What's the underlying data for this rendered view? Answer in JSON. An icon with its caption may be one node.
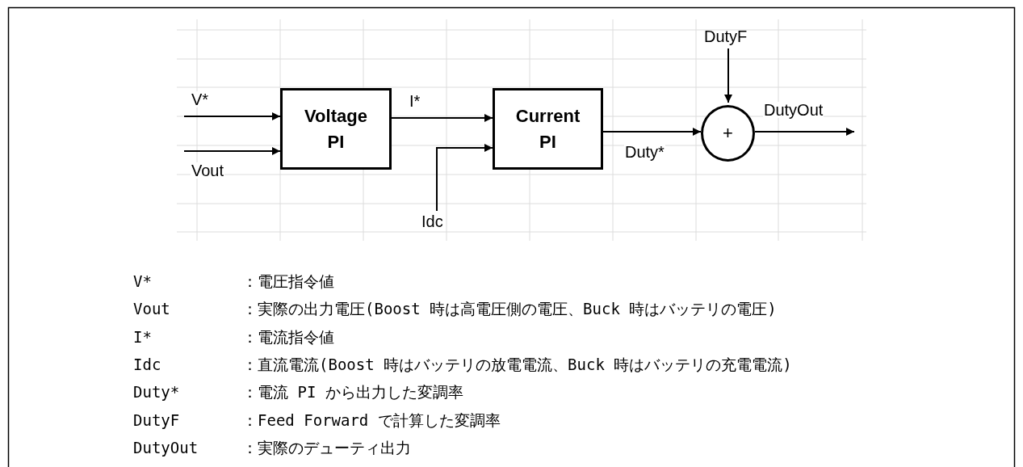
{
  "diagram": {
    "nodes": [
      {
        "text": [
          "Voltage PI"
        ]
      },
      {
        "text": [
          "Current PI"
        ]
      },
      {
        "text": [
          "+"
        ]
      },
      {
        "text": [
          "Idc"
        ]
      },
      {
        "text": [
          "DutyF"
        ]
      }
    ],
    "edges": [
      {
        "from": null,
        "to": 0,
        "arrow": "to",
        "label": "V*"
      },
      {
        "from": null,
        "to": 0,
        "arrow": "to",
        "label": "Vout"
      },
      {
        "from": 0,
        "to": 1,
        "arrow": "to",
        "label": "I*"
      },
      {
        "from": 3,
        "to": 1,
        "arrow": "to"
      },
      {
        "from": 1,
        "to": 2,
        "arrow": "to",
        "label": "Duty*"
      },
      {
        "from": 4,
        "to": 2,
        "arrow": "to"
      },
      {
        "from": 2,
        "to": null,
        "arrow": "to",
        "label": "DutyOut"
      }
    ],
    "labels": [
      "V*",
      "：電圧指令値",
      "Vout",
      "：実際の出力電圧(Boost 時は高電圧側の電圧、Buck 時はバッテリの電圧)",
      "I*",
      "：電流指令値",
      "Idc",
      "：直流電流(Boost 時はバッテリの放電電流、Buck 時はバッテリの充電電流)",
      "Duty*",
      "：電流 PI から出力した変調率",
      "DutyF",
      "：Feed Forward で計算した変調率",
      "DutyOut",
      "：実際のデューティ出力"
    ]
  }
}
